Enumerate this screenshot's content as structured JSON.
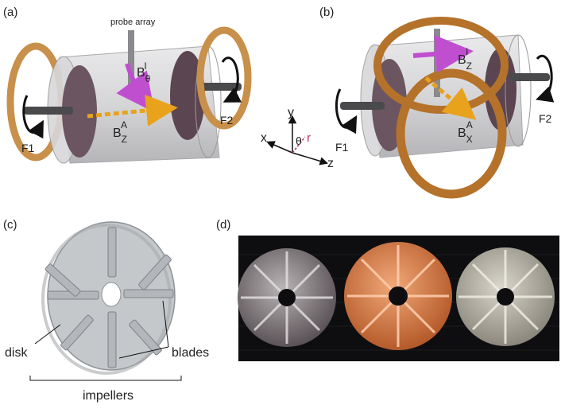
{
  "panels": {
    "a": {
      "label": "(a)",
      "probe": "probe array",
      "b_theta": {
        "base": "B",
        "sub": "θ",
        "sup": "I"
      },
      "b_z": {
        "base": "B",
        "sub": "Z",
        "sup": "A"
      },
      "f1": "F1",
      "f2": "F2"
    },
    "b": {
      "label": "(b)",
      "b_z": {
        "base": "B",
        "sub": "Z",
        "sup": "I"
      },
      "b_x": {
        "base": "B",
        "sub": "X",
        "sup": "A"
      },
      "f1": "F1",
      "f2": "F2"
    },
    "axes": {
      "x": "x",
      "y": "y",
      "z": "z",
      "theta": "θ",
      "r": "r"
    },
    "c": {
      "label": "(c)",
      "disk": "disk",
      "blades": "blades",
      "impellers": "impellers"
    },
    "d": {
      "label": "(d)"
    }
  },
  "colors": {
    "coil": "#c8904a",
    "coil_b": "#b5722a",
    "cylinder": "#c9c9cc",
    "impeller": "#6b5560",
    "purple_arrow": "#c04fd0",
    "orange_arrow": "#e8a21c",
    "r_axis": "#c0306a",
    "disk_fill": "#c5c8cb",
    "photo_bg": "#0e0e10",
    "copper": "#d8824f"
  }
}
